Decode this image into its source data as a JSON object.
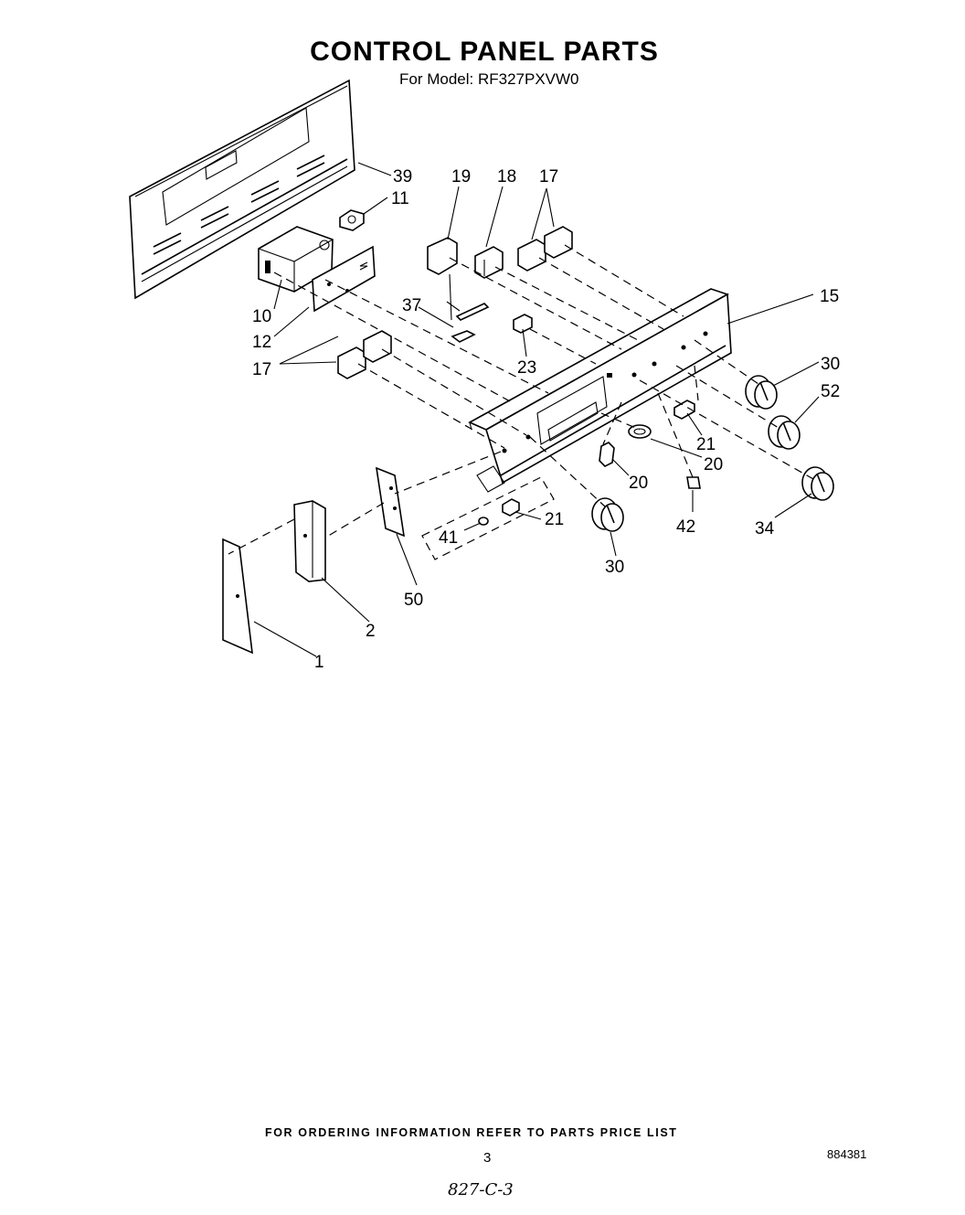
{
  "title": "CONTROL PANEL PARTS",
  "subtitle": "For Model: RF327PXVW0",
  "footer_note": "FOR ORDERING INFORMATION REFER TO PARTS PRICE LIST",
  "page_number": "3",
  "document_id": "884381",
  "handwritten_note": "827-C-3",
  "callouts": [
    "39",
    "11",
    "19",
    "18",
    "17",
    "15",
    "10",
    "12",
    "37",
    "17",
    "23",
    "30",
    "52",
    "21",
    "20",
    "20",
    "42",
    "34",
    "41",
    "21",
    "30",
    "50",
    "2",
    "1"
  ]
}
